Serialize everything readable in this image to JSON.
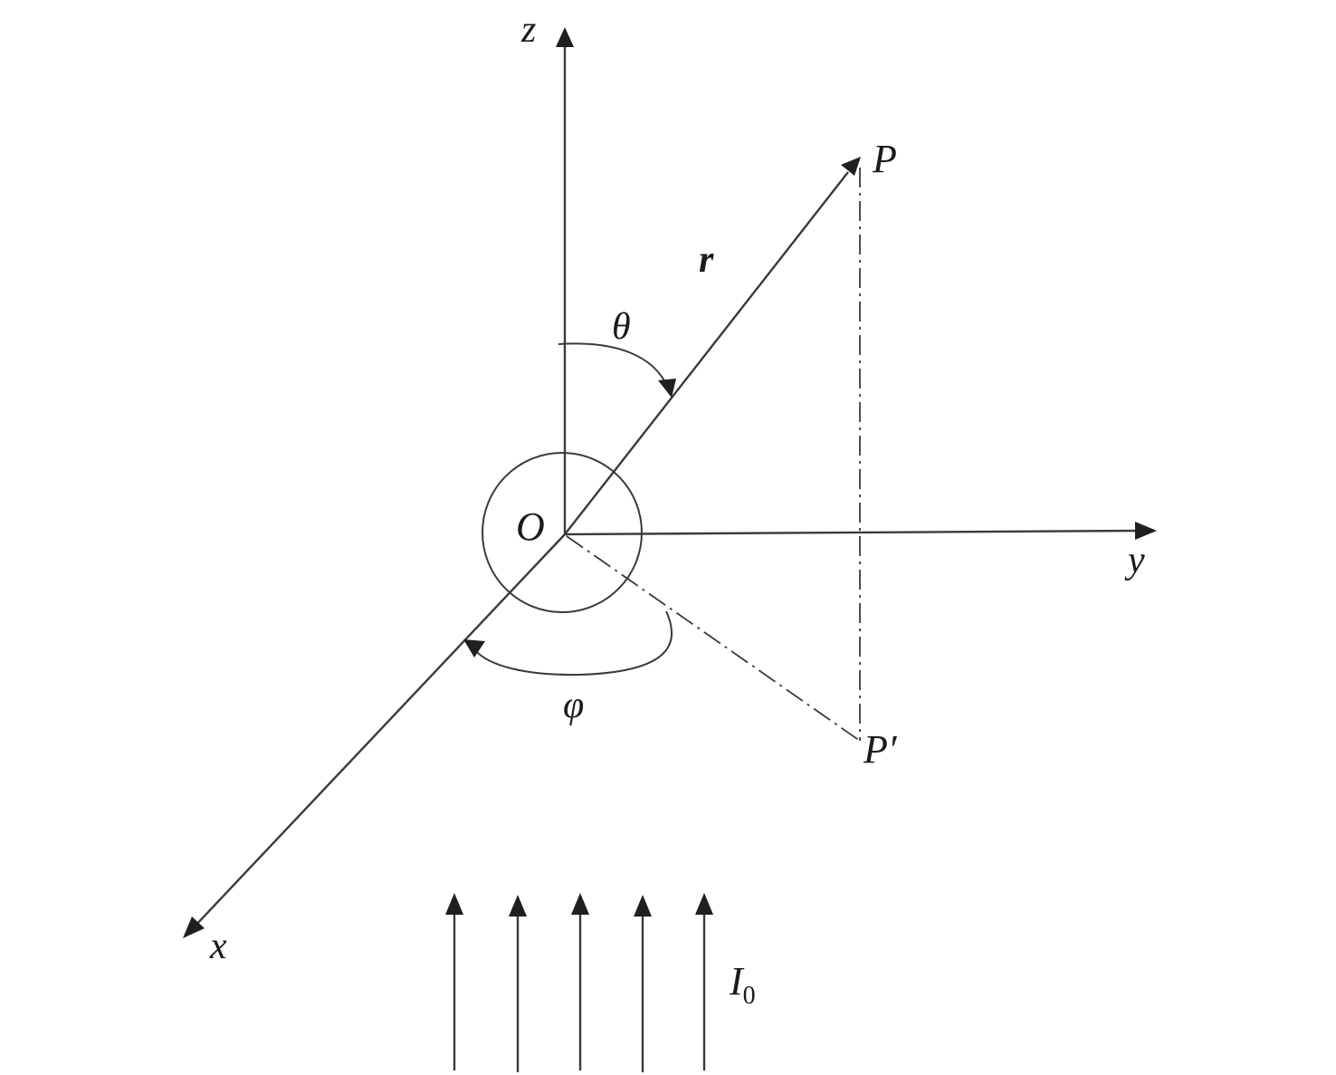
{
  "labels": {
    "z_axis": "z",
    "y_axis": "y",
    "x_axis": "x",
    "origin": "O",
    "point_p": "P",
    "point_p_prime": "P′",
    "vector_r": "r",
    "angle_theta": "θ",
    "angle_phi": "φ",
    "incident_intensity": "I",
    "incident_intensity_subscript": "0"
  },
  "colors": {
    "line": "#3a3a3a",
    "text": "#1a1a1a",
    "background": "#ffffff"
  }
}
